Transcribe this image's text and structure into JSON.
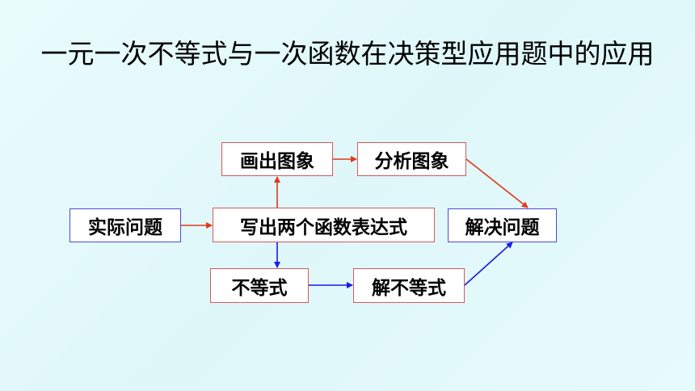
{
  "title": "一元一次不等式与一次函数在决策型应用题中的应用",
  "boxes": {
    "actual_problem": "实际问题",
    "write_functions": "写出两个函数表达式",
    "draw_graph": "画出图象",
    "analyze_graph": "分析图象",
    "solve_problem": "解决问题",
    "inequality": "不等式",
    "solve_inequality": "解不等式"
  },
  "colors": {
    "background": "#e6fbfb",
    "red_arrow": "#e0391b",
    "blue_arrow": "#1a1ae6",
    "red_border": "#d55a5a",
    "blue_border": "#4a4ad0"
  }
}
